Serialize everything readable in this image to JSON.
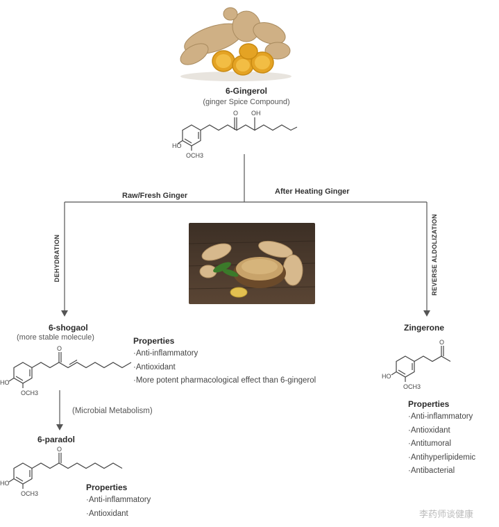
{
  "top": {
    "name": "6-Gingerol",
    "subtitle": "(ginger Spice Compound)",
    "labels": {
      "oh": "OH",
      "o": "O",
      "ho": "HO",
      "och3": "OCH3"
    }
  },
  "branches": {
    "left_label": "Raw/Fresh Ginger",
    "right_label": "After Heating Ginger",
    "left_process": "DEHYDRATION",
    "right_process": "REVERSE ALDOLIZATION"
  },
  "shogaol": {
    "name": "6-shogaol",
    "subtitle": "(more stable molecule)",
    "labels": {
      "o": "O",
      "ho": "HO",
      "och3": "OCH3"
    },
    "properties_title": "Properties",
    "properties": [
      "Anti-inflammatory",
      "Antioxidant",
      "More potent pharmacological effect than 6-gingerol"
    ]
  },
  "metabolism_label": "(Microbial Metabolism)",
  "paradol": {
    "name": "6-paradol",
    "labels": {
      "o": "O",
      "ho": "HO",
      "och3": "OCH3"
    },
    "properties_title": "Properties",
    "properties": [
      "Anti-inflammatory",
      "Antioxidant"
    ]
  },
  "zingerone": {
    "name": "Zingerone",
    "labels": {
      "o": "O",
      "ho": "HO",
      "och3": "OCH3"
    },
    "properties_title": "Properties",
    "properties": [
      "Anti-inflammatory",
      "Antioxidant",
      "Antitumoral",
      "Antihyperlipidemic",
      "Antibacterial"
    ]
  },
  "watermark": "李药师谈健康",
  "colors": {
    "line": "#555555",
    "ginger": "#e4a324",
    "skin": "#c9a77a",
    "wood": "#4a3a2c"
  }
}
